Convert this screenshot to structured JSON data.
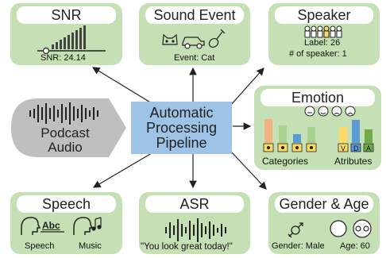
{
  "snr": {
    "title": "SNR",
    "value_label": "SNR: 24.14"
  },
  "sound_event": {
    "title": "Sound Event",
    "caption": "Event: Cat"
  },
  "speaker": {
    "title": "Speaker",
    "label_text": "Label: 26",
    "count_text": "# of speaker: 1"
  },
  "source": {
    "line1": "Podcast",
    "line2": "Audio"
  },
  "pipeline": {
    "line1": "Automatic",
    "line2": "Processing",
    "line3": "Pipeline"
  },
  "emotion": {
    "title": "Emotion",
    "categories_label": "Categories",
    "attributes_label": "Atributes",
    "attribute_letters": [
      "V",
      "D",
      "A"
    ]
  },
  "speech": {
    "title": "Speech",
    "abc_text": "Abc",
    "speech_caption": "Speech",
    "music_caption": "Music"
  },
  "asr": {
    "title": "ASR",
    "transcript": "\"You look great today!\""
  },
  "gender_age": {
    "title": "Gender & Age",
    "gender_text": "Gender: Male",
    "age_text": "Age: 60"
  },
  "colors": {
    "box_green": "#c5e0b4",
    "pipeline_blue": "#9dc3e6",
    "source_gray": "#bfbfbf",
    "cat_bar_red": "#f4b183",
    "cat_bar_green": "#a9d18e",
    "cat_bar_blue": "#5b9bd5",
    "attr_bar_yellow": "#ffd966",
    "attr_bar_blue": "#5b9bd5",
    "attr_bar_green": "#70ad47"
  }
}
